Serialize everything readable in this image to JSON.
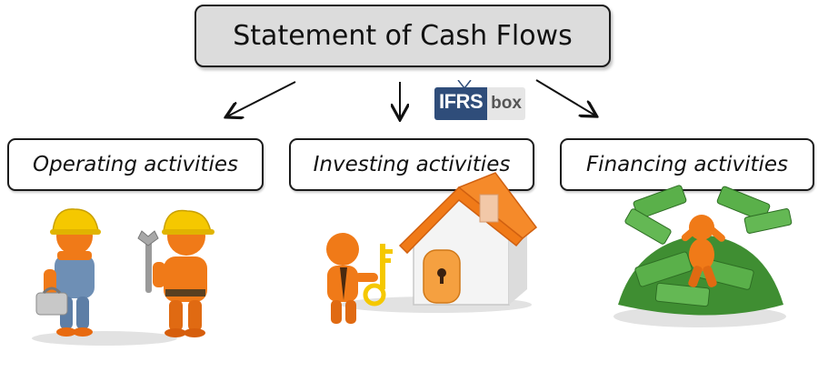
{
  "title": "Statement of Cash Flows",
  "logo": {
    "part1": "IFRS",
    "part2": "box"
  },
  "categories": [
    {
      "label": "Operating activities"
    },
    {
      "label": "Investing activities"
    },
    {
      "label": "Financing activities"
    }
  ],
  "illustrations": [
    {
      "icon": "workers-icon"
    },
    {
      "icon": "house-key-icon"
    },
    {
      "icon": "money-pile-icon"
    }
  ],
  "colors": {
    "figure": "#f07a18",
    "helmet": "#f5c800",
    "roof": "#f07a18",
    "money": "#4a9a3a",
    "title_bg": "#dcdcdc"
  }
}
